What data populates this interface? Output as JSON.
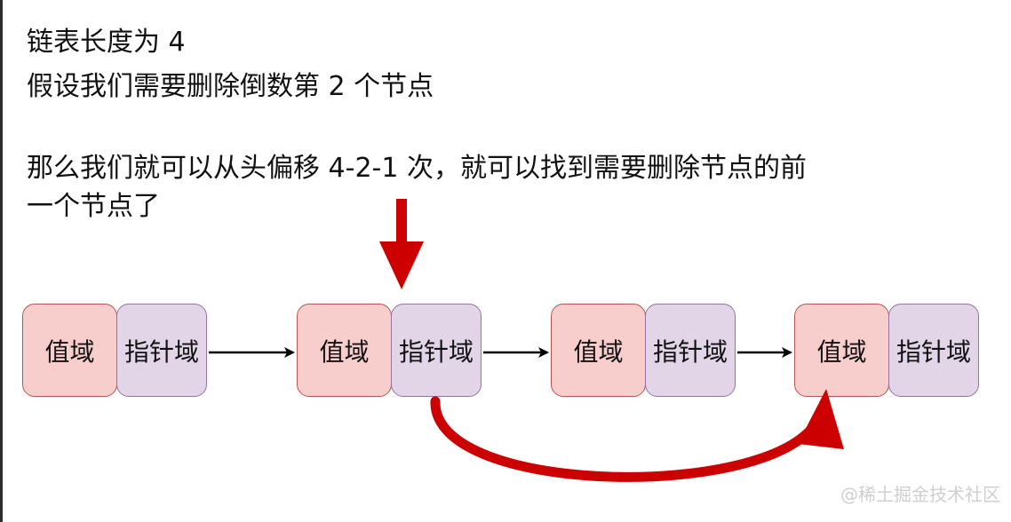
{
  "text": {
    "line1": "链表长度为 4",
    "line2": "假设我们需要删除倒数第 2 个节点",
    "line3": "那么我们就可以从头偏移 4-2-1 次，就可以找到需要删除节点的前",
    "line4": "一个节点了"
  },
  "nodes": [
    {
      "value_label": "值域",
      "pointer_label": "指针域"
    },
    {
      "value_label": "值域",
      "pointer_label": "指针域"
    },
    {
      "value_label": "值域",
      "pointer_label": "指针域"
    },
    {
      "value_label": "值域",
      "pointer_label": "指针域"
    }
  ],
  "colors": {
    "value_fill": "#f8cecc",
    "pointer_fill": "#e1d5e7",
    "highlight_arrow": "#cc0000",
    "link_arrow": "#000000"
  },
  "watermark": "@稀土掘金技术社区"
}
